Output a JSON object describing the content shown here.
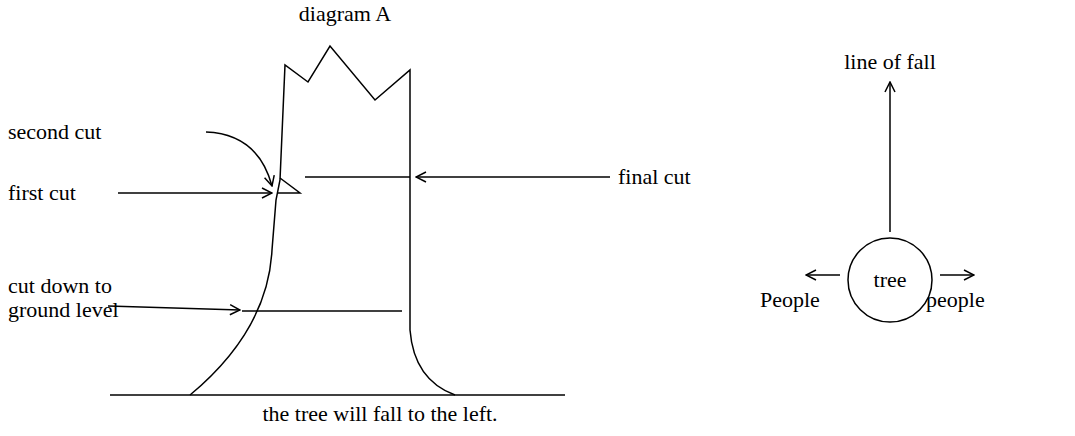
{
  "diagram": {
    "title": "diagram A",
    "caption": "the tree will fall to the left.",
    "nodes": [
      {
        "text": [
          "tree"
        ]
      }
    ],
    "labels": [
      "second cut",
      "first cut",
      "final cut",
      "cut down to ground level",
      "line of fall",
      "People",
      "people"
    ]
  }
}
